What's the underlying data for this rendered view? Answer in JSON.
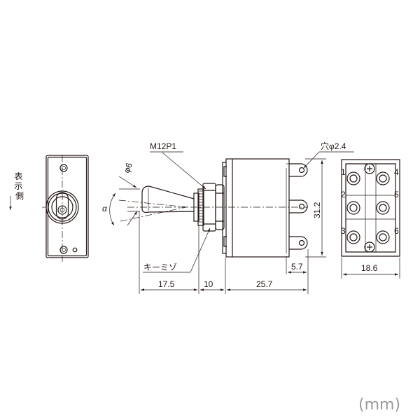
{
  "labels": {
    "thread": "M12P1",
    "hole": "穴φ2.4",
    "phi6": "φ6",
    "alpha": "α",
    "display_side": "表示側",
    "key_groove": "キーミゾ",
    "unit": "(mm)"
  },
  "dimensions": {
    "lever_length": "17.5",
    "bushing_length": "10",
    "body_length": "25.7",
    "terminal_offset": "5.7",
    "height": "31.2",
    "base_width": "18.6"
  },
  "terminals": [
    "1",
    "2",
    "3",
    "4",
    "5",
    "6"
  ]
}
